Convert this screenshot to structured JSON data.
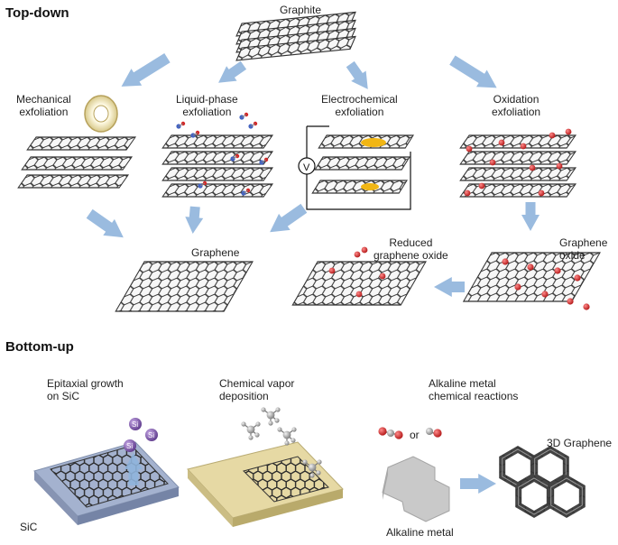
{
  "sections": {
    "top": "Top-down",
    "bottom": "Bottom-up"
  },
  "top_down": {
    "source": "Graphite",
    "methods": {
      "mechanical": [
        "Mechanical",
        "exfoliation"
      ],
      "liquid": [
        "Liquid-phase",
        "exfoliation"
      ],
      "electro": [
        "Electrochemical",
        "exfoliation"
      ],
      "oxidation": [
        "Oxidation",
        "exfoliation"
      ]
    },
    "voltage_symbol": "V",
    "products": {
      "graphene": "Graphene",
      "rgo": [
        "Reduced",
        "graphene oxide"
      ],
      "go": [
        "Graphene",
        "oxide"
      ]
    }
  },
  "bottom_up": {
    "epitaxial": [
      "Epitaxial growth",
      "on SiC"
    ],
    "substrate_label": "SiC",
    "atom_label": "Si",
    "cvd": [
      "Chemical vapor",
      "deposition"
    ],
    "alkaline": [
      "Alkaline metal",
      "chemical reactions"
    ],
    "or_text": "or",
    "metal_label": "Alkaline metal",
    "product_3d": "3D Graphene"
  },
  "colors": {
    "arrow": "#8fb4dc",
    "sheet_line": "#333333",
    "sheet_fill": "#f4f4f4",
    "oxygen": "#d42626",
    "electrode": "#f1b614",
    "sic_surface": "#a4b2cf",
    "cvd_substrate": "#e6d9a4",
    "si_atom": "#8c67b3",
    "metal": "#c9c9c9"
  }
}
